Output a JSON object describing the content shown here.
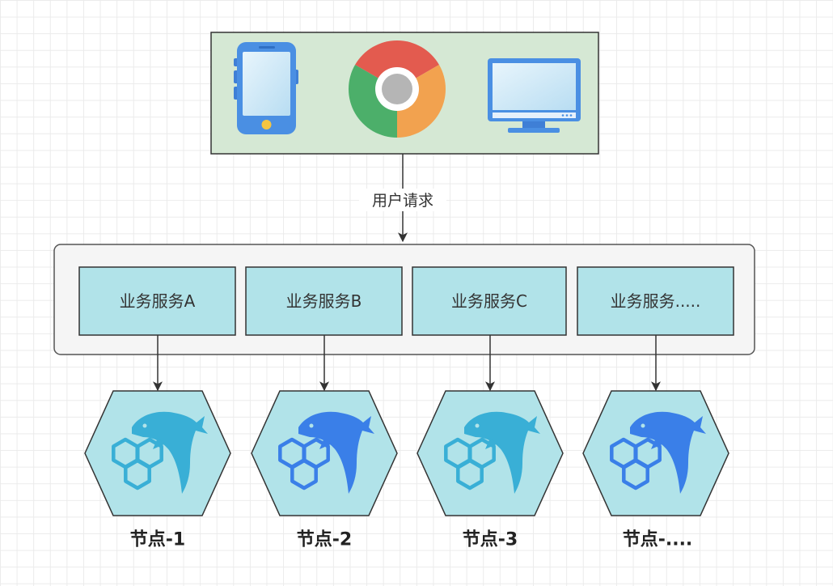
{
  "edge_label": "用户请求",
  "clients": {
    "icons": [
      "phone-icon",
      "chrome-icon",
      "monitor-icon"
    ]
  },
  "services": [
    {
      "label": "业务服务A"
    },
    {
      "label": "业务服务B"
    },
    {
      "label": "业务服务C"
    },
    {
      "label": "业务服务....."
    }
  ],
  "nodes": [
    {
      "label": "节点-1",
      "icon": "mysql-icon",
      "icon_color": "#39afd6"
    },
    {
      "label": "节点-2",
      "icon": "mysql-icon",
      "icon_color": "#3a7fe8"
    },
    {
      "label": "节点-3",
      "icon": "mysql-icon",
      "icon_color": "#39afd6"
    },
    {
      "label": "节点-....",
      "icon": "mysql-icon",
      "icon_color": "#3a7fe8"
    }
  ],
  "colors": {
    "client_box_fill": "#d5e8d4",
    "container_fill": "#f5f5f5",
    "service_fill": "#b1e3e9",
    "node_fill": "#b1e3e9",
    "stroke": "#333333"
  }
}
